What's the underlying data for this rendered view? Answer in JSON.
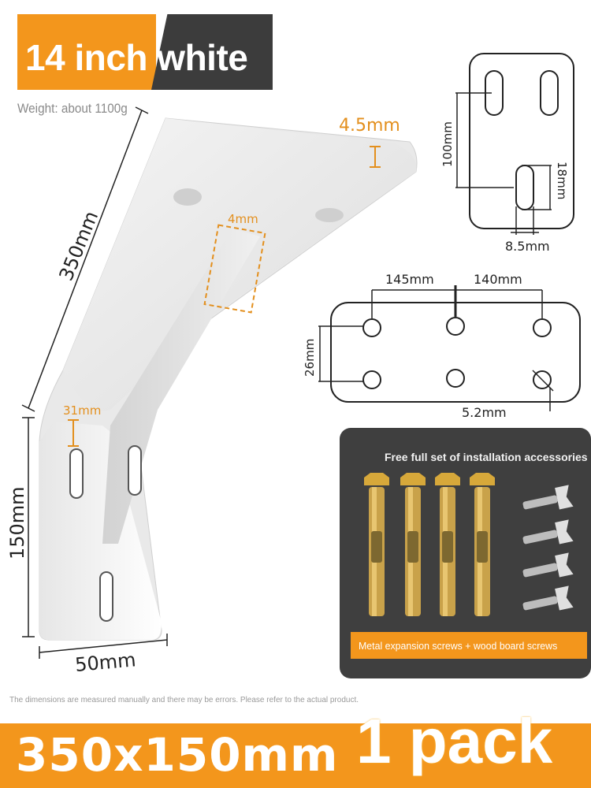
{
  "title": "14 inch white",
  "weight": "Weight: about 1100g",
  "dimensions": {
    "thickness": "4.5mm",
    "rib": "4mm",
    "long_arm": "350mm",
    "short_arm": "150mm",
    "width": "50mm",
    "slot_offset": "31mm",
    "top_plate_hole_spacing": "100mm",
    "slot_length": "18mm",
    "slot_width": "8.5mm",
    "front_spacing_left": "145mm",
    "front_spacing_right": "140mm",
    "front_row_spacing": "26mm",
    "hole_diameter": "5.2mm"
  },
  "accessories": {
    "heading": "Free full set of installation accessories",
    "caption": "Metal expansion screws + wood board screws"
  },
  "disclaimer": "The dimensions are measured manually and there may be errors. Please refer to the actual product.",
  "bottom": {
    "size": "350x150mm",
    "pack": "1 pack"
  },
  "colors": {
    "accent": "#f3961c",
    "dark_panel": "#3f3f3f",
    "dimension_orange": "#e38f1d"
  }
}
